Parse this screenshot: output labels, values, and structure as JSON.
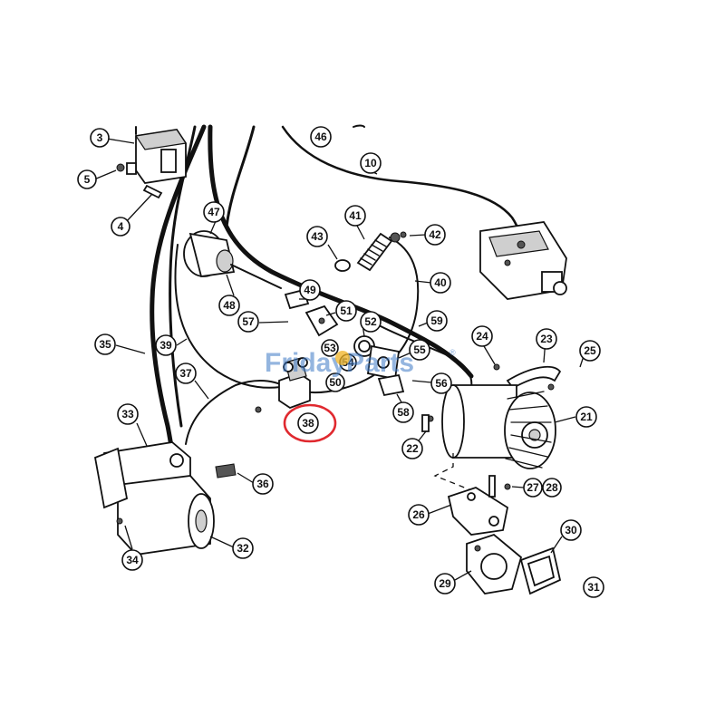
{
  "diagram": {
    "callouts": [
      "3",
      "5",
      "4",
      "46",
      "10",
      "47",
      "41",
      "42",
      "43",
      "40",
      "48",
      "49",
      "51",
      "52",
      "57",
      "59",
      "35",
      "39",
      "53",
      "54",
      "55",
      "24",
      "23",
      "25",
      "37",
      "50",
      "56",
      "38",
      "58",
      "33",
      "21",
      "22",
      "36",
      "27",
      "28",
      "26",
      "30",
      "34",
      "32",
      "29",
      "31"
    ],
    "highlighted_callout": "38",
    "highlight_color": "#e0292f"
  },
  "watermark": {
    "brand": "FridayParts",
    "registered": "®",
    "color": "#3d78c4",
    "accent_color": "#f0b323"
  }
}
